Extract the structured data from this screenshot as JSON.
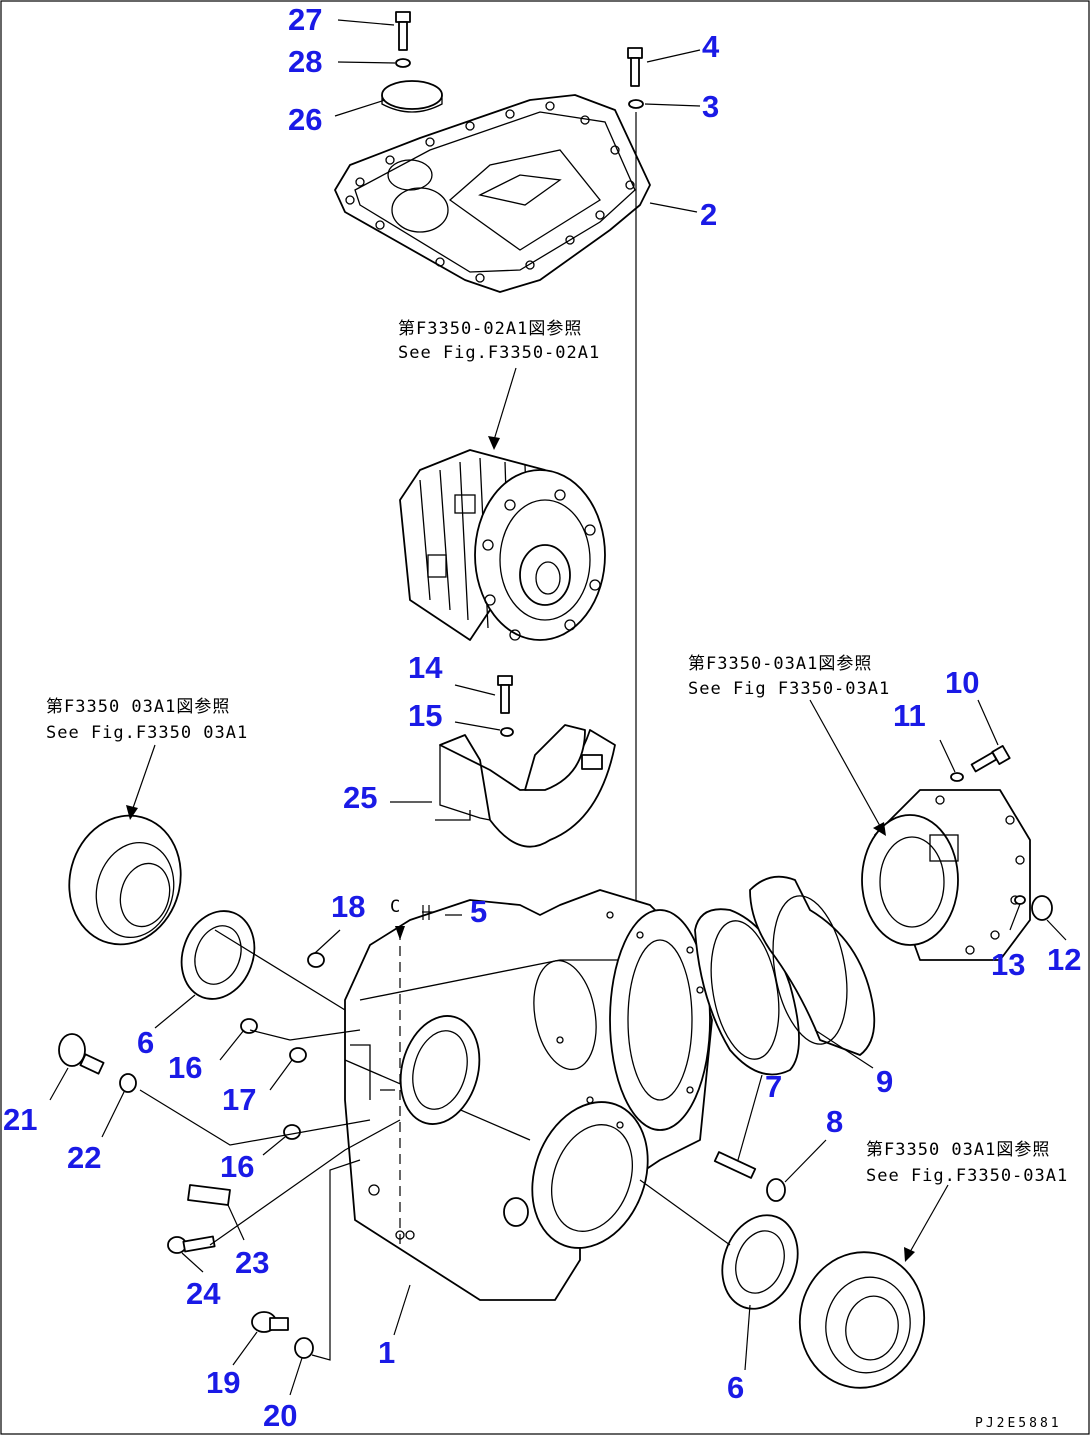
{
  "callouts": {
    "c1": "1",
    "c2": "2",
    "c3": "3",
    "c4": "4",
    "c5": "5",
    "c6a": "6",
    "c6b": "6",
    "c7": "7",
    "c8": "8",
    "c9": "9",
    "c10": "10",
    "c11": "11",
    "c12": "12",
    "c13": "13",
    "c14": "14",
    "c15": "15",
    "c16a": "16",
    "c16b": "16",
    "c17": "17",
    "c18": "18",
    "c19": "19",
    "c20": "20",
    "c21": "21",
    "c22": "22",
    "c23": "23",
    "c24": "24",
    "c25": "25",
    "c26": "26",
    "c27": "27",
    "c28": "28"
  },
  "references": {
    "diff_ja": "第F3350-02A1図参照",
    "diff_en": "See Fig.F3350-02A1",
    "right_ja": "第F3350-03A1図参照",
    "right_en": "See Fig F3350-03A1",
    "left_ja": "第F3350 03A1図参照",
    "left_en": "See Fig.F3350 03A1",
    "lower_ja": "第F3350 03A1図参照",
    "lower_en": "See Fig.F3350-03A1"
  },
  "drawing_code": "PJ2E5881",
  "colors": {
    "callout": "#1a1ae6",
    "line": "#000000",
    "background": "#ffffff"
  }
}
